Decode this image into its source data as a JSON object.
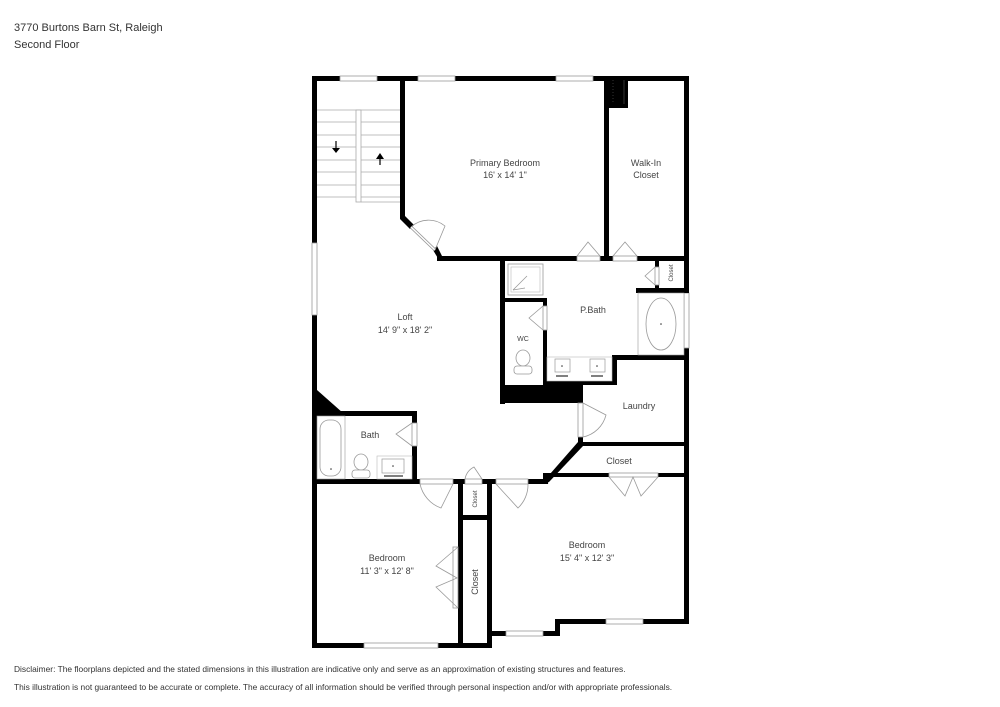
{
  "header": {
    "address": "3770 Burtons Barn St, Raleigh",
    "floor": "Second Floor"
  },
  "rooms": {
    "primary_bedroom": {
      "name": "Primary Bedroom",
      "dims": "16' x 14' 1\""
    },
    "walk_in_closet": {
      "name_line1": "Walk-In",
      "name_line2": "Closet"
    },
    "loft": {
      "name": "Loft",
      "dims": "14' 9\" x 18' 2\""
    },
    "primary_bath": {
      "name": "P.Bath"
    },
    "wc": {
      "name": "WC"
    },
    "pbath_closet": {
      "name": "Closet"
    },
    "laundry": {
      "name": "Laundry"
    },
    "hall_closet": {
      "name": "Closet"
    },
    "bath": {
      "name": "Bath"
    },
    "small_closet": {
      "name": "Closet"
    },
    "bedroom_left_closet": {
      "name": "Closet"
    },
    "bedroom_left": {
      "name": "Bedroom",
      "dims": "11' 3\" x 12' 8\""
    },
    "bedroom_right": {
      "name": "Bedroom",
      "dims": "15' 4\" x 12' 3\""
    }
  },
  "stairs": {
    "down_icon": "arrow-down",
    "up_icon": "arrow-up"
  },
  "disclaimer": {
    "line1": "Disclaimer: The floorplans depicted and the stated dimensions in this illustration are indicative only and serve as an approximation of existing structures and features.",
    "line2": "This illustration is not guaranteed to be accurate or complete. The accuracy of all information should be verified through personal inspection and/or with appropriate professionals."
  }
}
